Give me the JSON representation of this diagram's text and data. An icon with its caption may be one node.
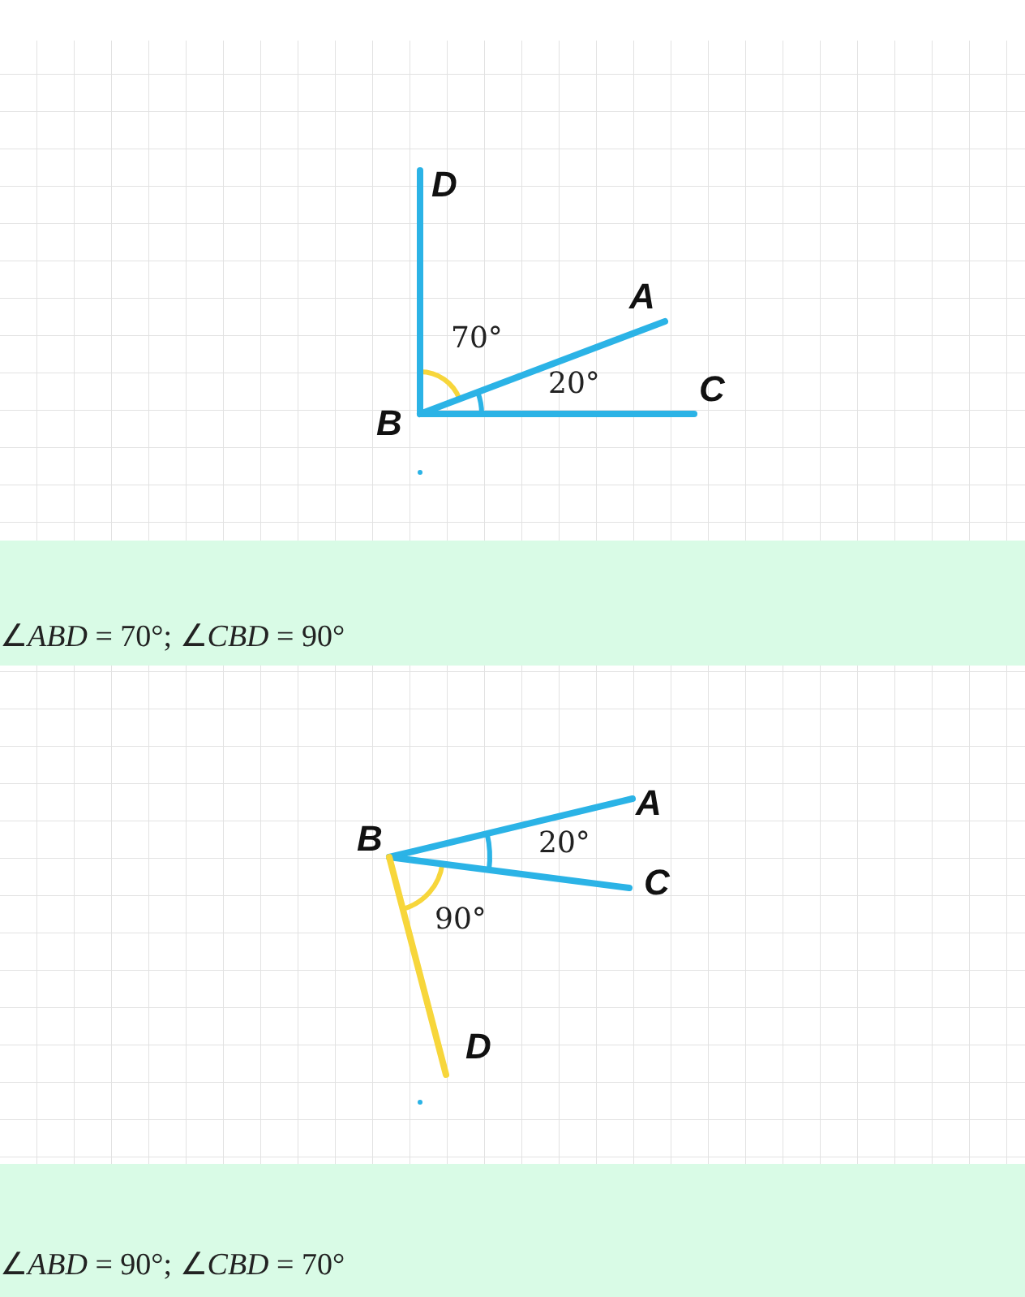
{
  "diagram": {
    "labels": [
      "D",
      "A",
      "70°",
      "20°",
      "B",
      "C",
      "∠*ABD* = 70°; ∠*CBD* = 90°",
      "B",
      "A",
      "20°",
      "C",
      "90°",
      "D",
      "∠*ABD* = 90°; ∠*CBD* = 70°"
    ]
  }
}
